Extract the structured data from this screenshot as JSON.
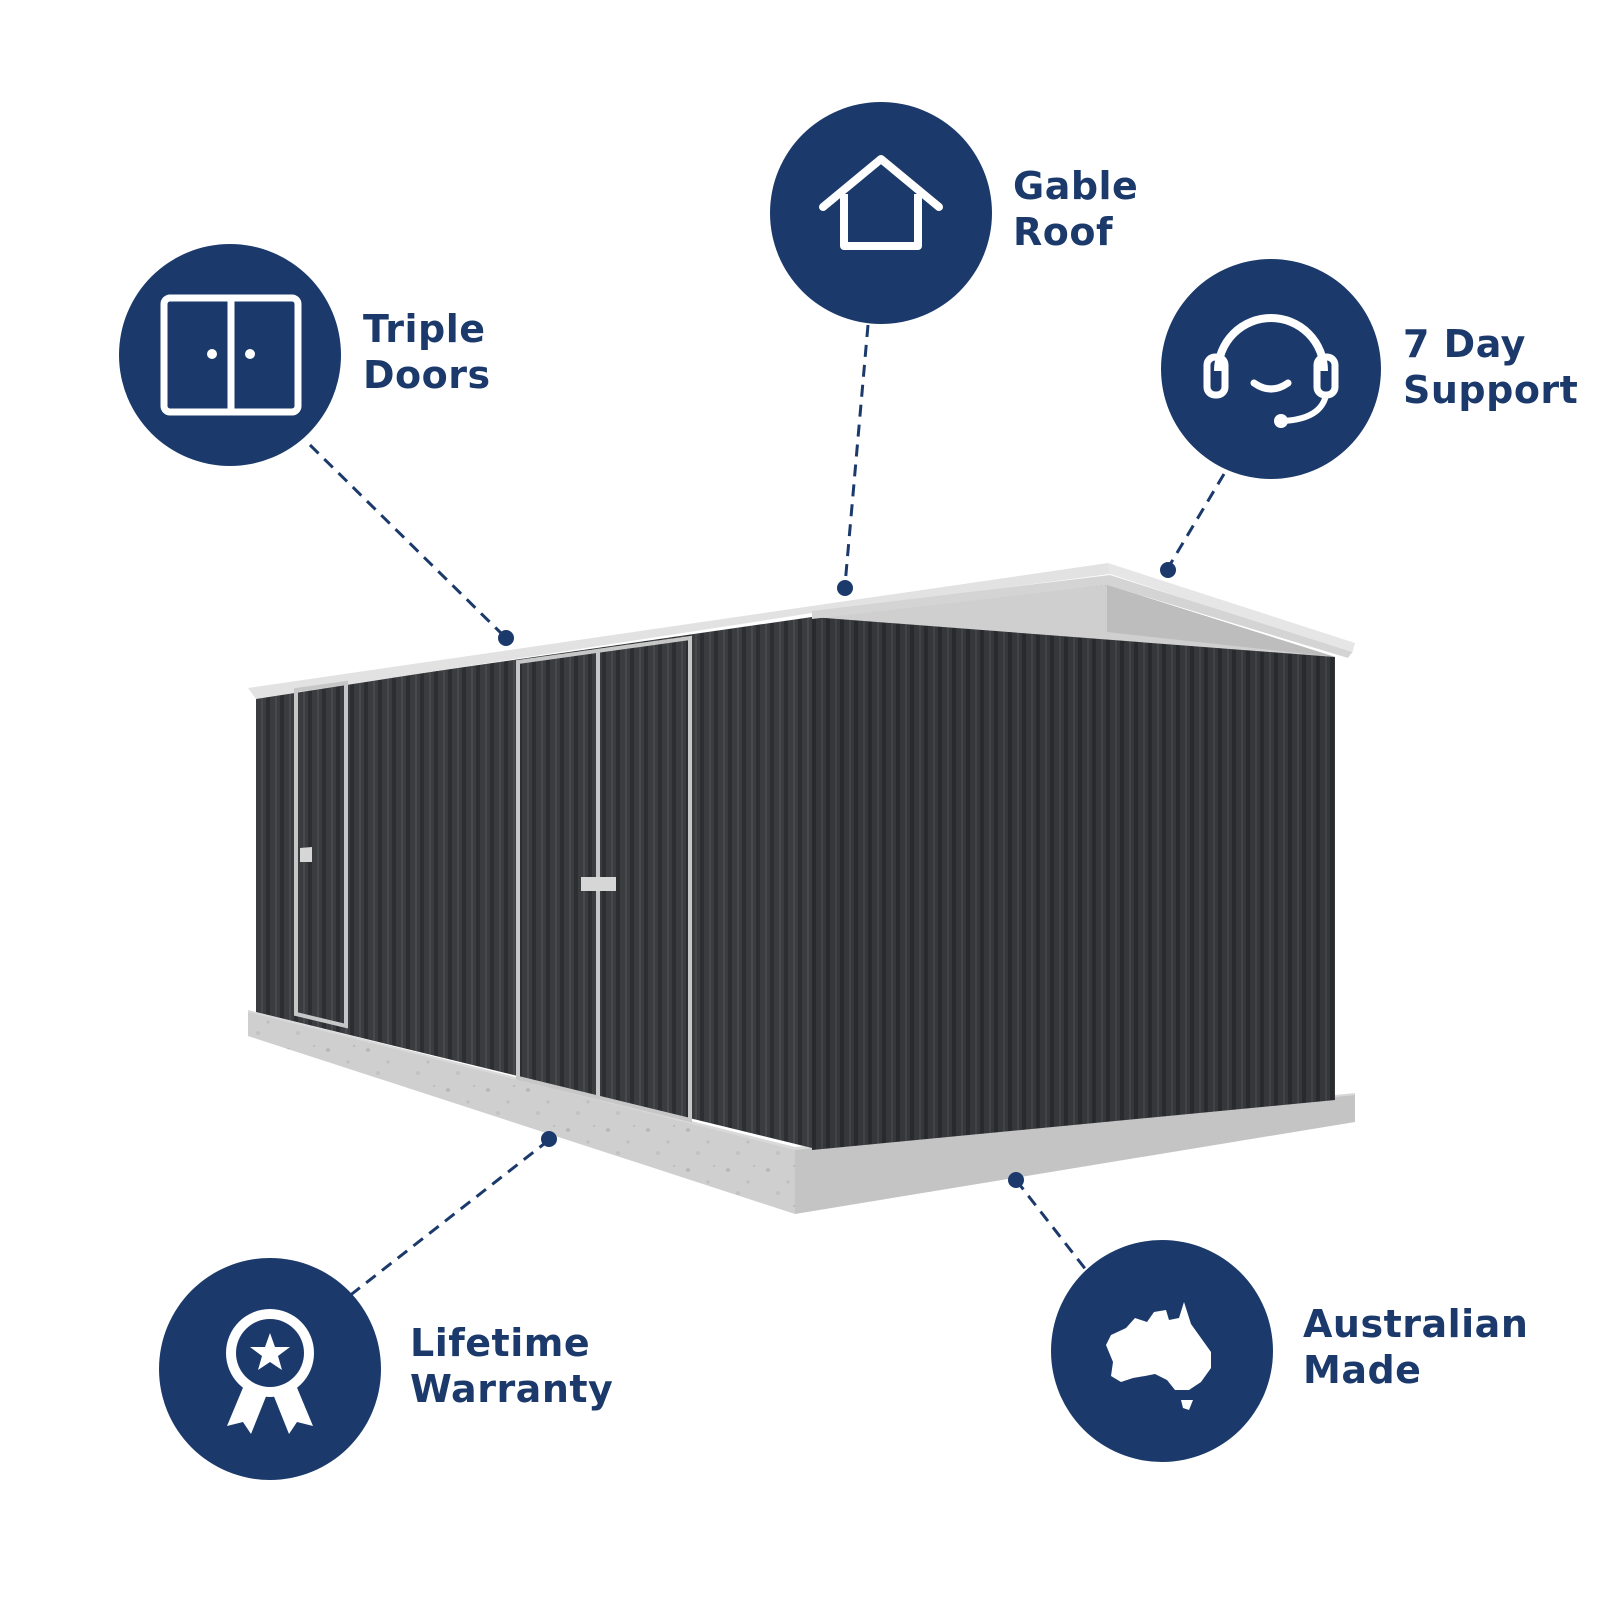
{
  "colors": {
    "brand_navy": "#1b3a6b",
    "shed_cladding": "#3b3d40",
    "roof_trim": "#dcdcdc",
    "concrete_slab": "#c9c9c9",
    "background": "#ffffff"
  },
  "features": [
    {
      "id": "triple-doors",
      "icon": "double-door-icon",
      "line1": "Triple",
      "line2": "Doors"
    },
    {
      "id": "gable-roof",
      "icon": "house-icon",
      "line1": "Gable",
      "line2": "Roof"
    },
    {
      "id": "support",
      "icon": "headset-icon",
      "line1": "7 Day",
      "line2": "Support"
    },
    {
      "id": "warranty",
      "icon": "award-ribbon-icon",
      "line1": "Lifetime",
      "line2": "Warranty"
    },
    {
      "id": "australian-made",
      "icon": "australia-map-icon",
      "line1": "Australian",
      "line2": "Made"
    }
  ]
}
